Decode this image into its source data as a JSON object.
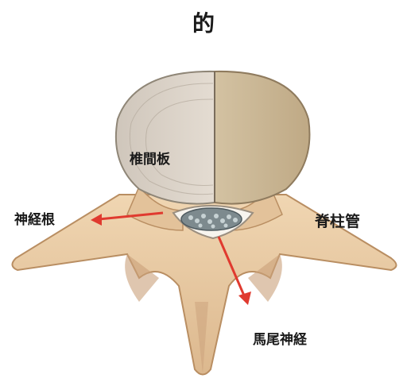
{
  "title": "的",
  "labels": {
    "disc": "椎間板",
    "nerve_root": "神経根",
    "spinal_canal": "脊柱管",
    "cauda_equina": "馬尾神経"
  },
  "colors": {
    "bone": "#e8c9a0",
    "bone_shadow": "#c9a079",
    "disc_left": "#d9d0c4",
    "disc_right": "#cbb996",
    "nerve_arrow": "#e03a2f",
    "background": "#ffffff"
  }
}
